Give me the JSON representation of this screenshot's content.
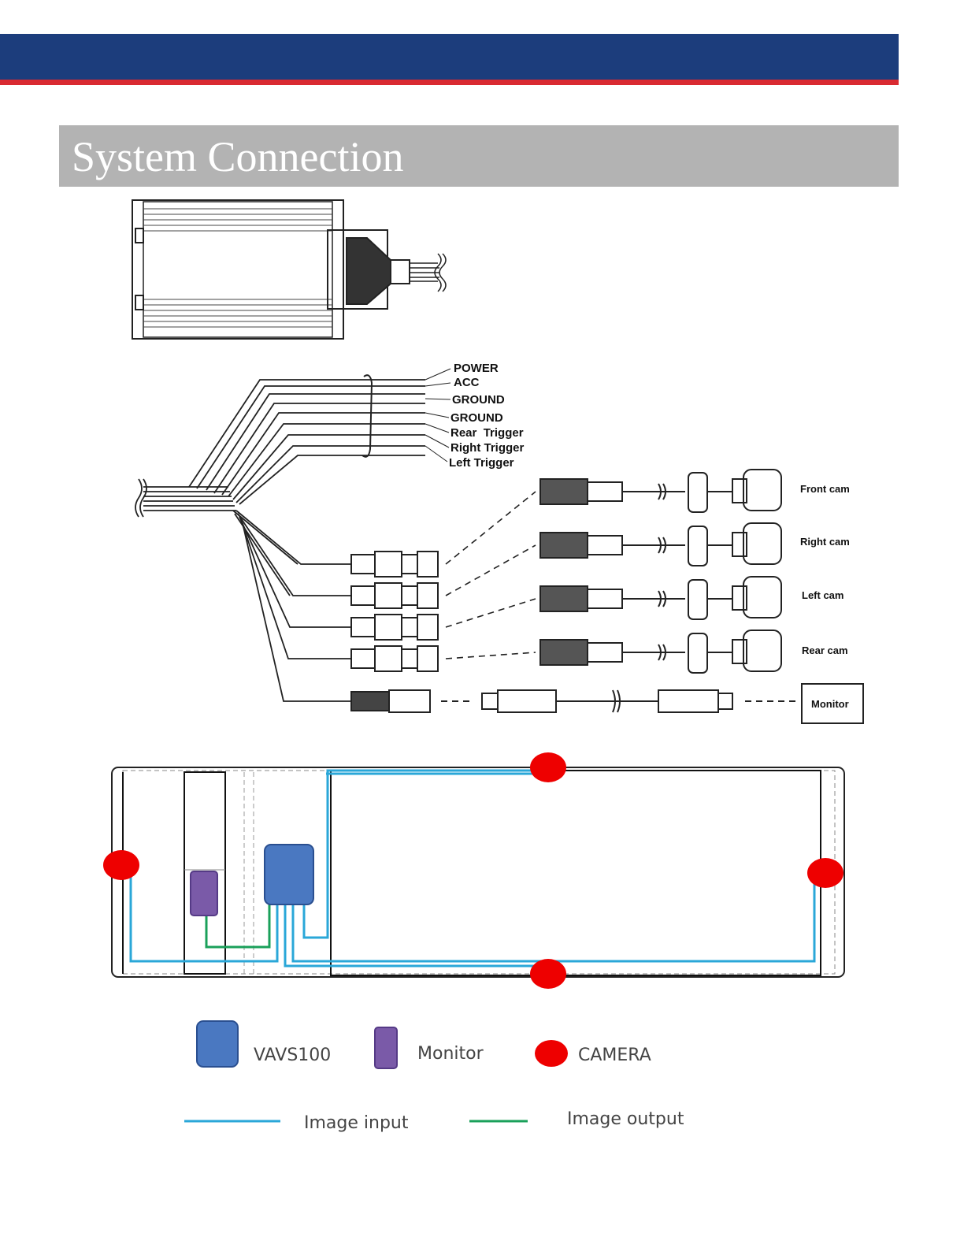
{
  "header": {
    "title": "System Connection",
    "bar_color": "#1c3d7c",
    "stripe_color": "#d92a31",
    "band_color": "#b3b3b3"
  },
  "wiring": {
    "wire_labels": [
      "POWER",
      "ACC",
      "GROUND",
      "GROUND",
      "Rear  Trigger",
      "Right Trigger",
      "Left Trigger"
    ],
    "camera_labels": [
      "Front cam",
      "Right cam",
      "Left cam",
      "Rear cam"
    ],
    "monitor_label": "Monitor"
  },
  "legend": {
    "vavs_label": "VAVS100",
    "monitor_label": "Monitor",
    "camera_label": "CAMERA",
    "image_input_label": "Image input",
    "image_output_label": "Image output",
    "colors": {
      "vavs": "#4a78c1",
      "monitor": "#7a5aa8",
      "camera": "#ee0000",
      "image_input": "#2aa7d8",
      "image_output": "#1aa05a"
    }
  }
}
